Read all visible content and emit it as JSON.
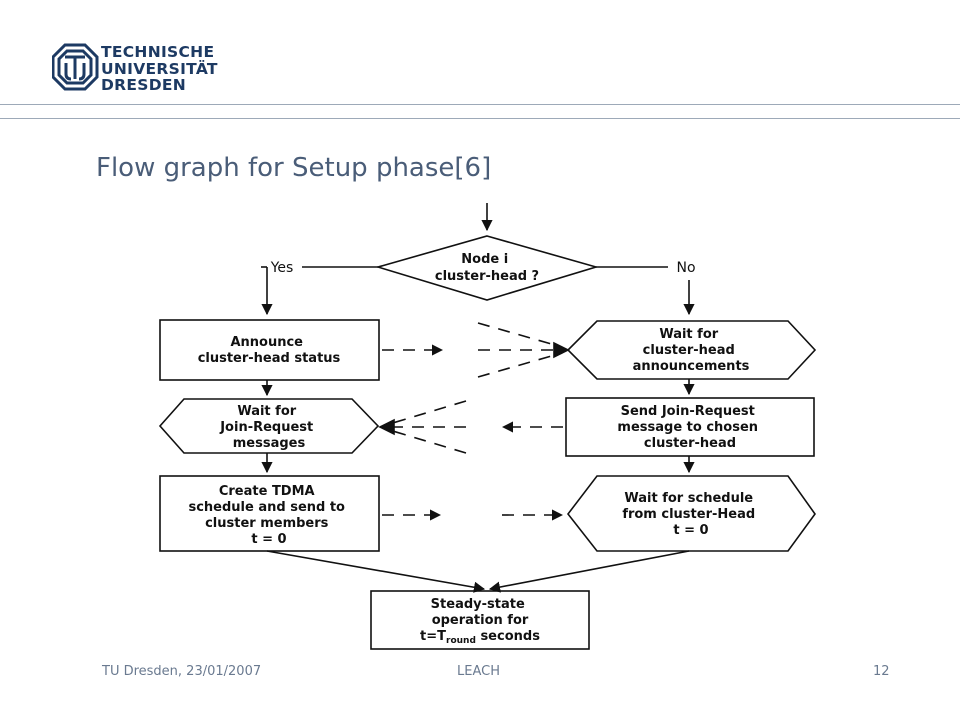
{
  "header": {
    "logo_lines": [
      "TECHNISCHE",
      "UNIVERSITÄT",
      "DRESDEN"
    ]
  },
  "slide": {
    "title": "Flow graph for Setup phase[6]"
  },
  "flowchart": {
    "decision": {
      "lines": [
        "Node i",
        "cluster-head ?"
      ]
    },
    "yes_label": "Yes",
    "no_label": "No",
    "ch_announce": {
      "lines": [
        "Announce",
        "cluster-head status"
      ]
    },
    "ch_wait_join": {
      "lines": [
        "Wait for",
        "Join-Request",
        "messages"
      ]
    },
    "ch_create_tdma": {
      "lines": [
        "Create TDMA",
        "schedule and send to",
        "cluster members",
        "t = 0"
      ]
    },
    "nd_wait_announce": {
      "lines": [
        "Wait for",
        "cluster-head",
        "announcements"
      ]
    },
    "nd_send_join": {
      "lines": [
        "Send Join-Request",
        "message to chosen",
        "cluster-head"
      ]
    },
    "nd_wait_schedule": {
      "lines": [
        "Wait for schedule",
        "from cluster-Head",
        "t = 0"
      ]
    },
    "steady_state": {
      "line1": "Steady-state",
      "line2": "operation for",
      "line3_prefix": "t=T",
      "line3_sub": "round",
      "line3_suffix": " seconds"
    }
  },
  "footer": {
    "left": "TU Dresden, 23/01/2007",
    "center": "LEACH",
    "page": "12"
  }
}
